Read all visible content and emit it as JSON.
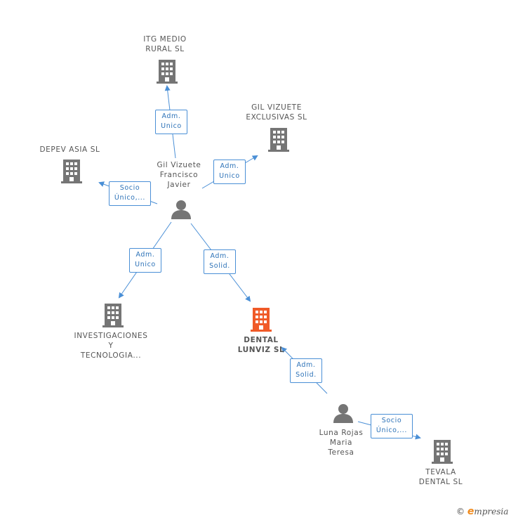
{
  "nodes": {
    "itg": {
      "type": "company",
      "lines": [
        "ITG MEDIO",
        "RURAL SL"
      ]
    },
    "gil_exclusivas": {
      "type": "company",
      "lines": [
        "GIL VIZUETE",
        "EXCLUSIVAS SL"
      ]
    },
    "depev": {
      "type": "company",
      "lines": [
        "DEPEV ASIA  SL"
      ]
    },
    "gil_person": {
      "type": "person",
      "lines": [
        "Gil Vizuete",
        "Francisco",
        "Javier"
      ]
    },
    "investigaciones": {
      "type": "company",
      "lines": [
        "INVESTIGACIONES",
        "Y",
        "TECNOLOGIA..."
      ]
    },
    "dental": {
      "type": "company-focus",
      "lines": [
        "DENTAL",
        "LUNVIZ SL"
      ]
    },
    "luna_person": {
      "type": "person",
      "lines": [
        "Luna Rojas",
        "Maria",
        "Teresa"
      ]
    },
    "tevala": {
      "type": "company",
      "lines": [
        "TEVALA",
        "DENTAL  SL"
      ]
    }
  },
  "edges": {
    "e_itg": {
      "lines": [
        "Adm.",
        "Unico"
      ]
    },
    "e_exclusivas": {
      "lines": [
        "Adm.",
        "Unico"
      ]
    },
    "e_depev": {
      "lines": [
        "Socio",
        "Único,..."
      ]
    },
    "e_investigaciones": {
      "lines": [
        "Adm.",
        "Unico"
      ]
    },
    "e_dental_gil": {
      "lines": [
        "Adm.",
        "Solid."
      ]
    },
    "e_dental_luna": {
      "lines": [
        "Adm.",
        "Solid."
      ]
    },
    "e_tevala": {
      "lines": [
        "Socio",
        "Único,..."
      ]
    }
  },
  "colors": {
    "company": "#757575",
    "focus": "#f05a28",
    "person": "#757575",
    "edge": "#4a8fd6"
  },
  "footer": {
    "copyright": "©",
    "brand_initial": "e",
    "brand_rest": "mpresia"
  }
}
